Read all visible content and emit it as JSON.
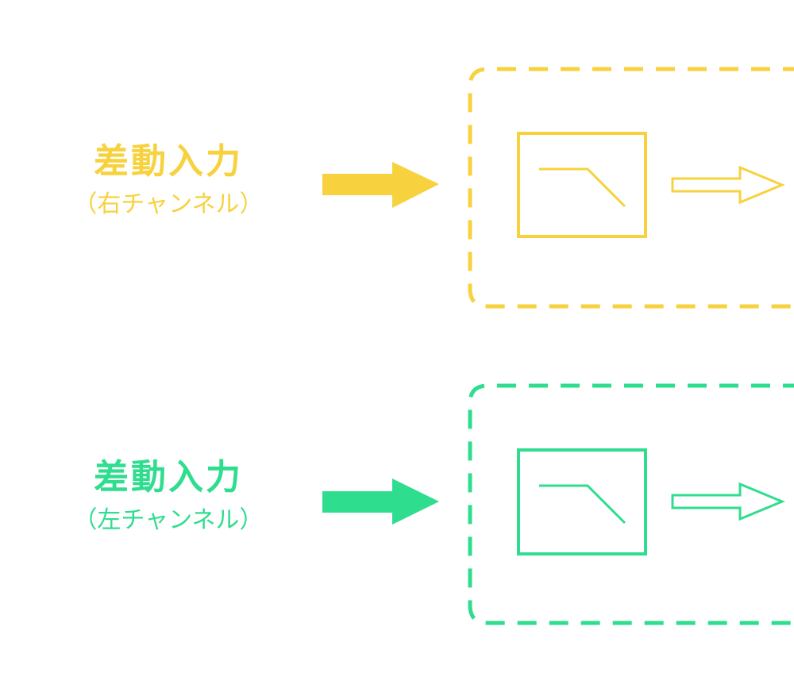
{
  "colors": {
    "right_channel": "#f7d23e",
    "left_channel": "#2fdd8f",
    "background": "#ffffff"
  },
  "channels": [
    {
      "id": "right",
      "title": "差動入力",
      "subtitle": "（右チャンネル）",
      "filter_icon": "lowpass-filter-icon"
    },
    {
      "id": "left",
      "title": "差動入力",
      "subtitle": "（左チャンネル）",
      "filter_icon": "lowpass-filter-icon"
    }
  ]
}
